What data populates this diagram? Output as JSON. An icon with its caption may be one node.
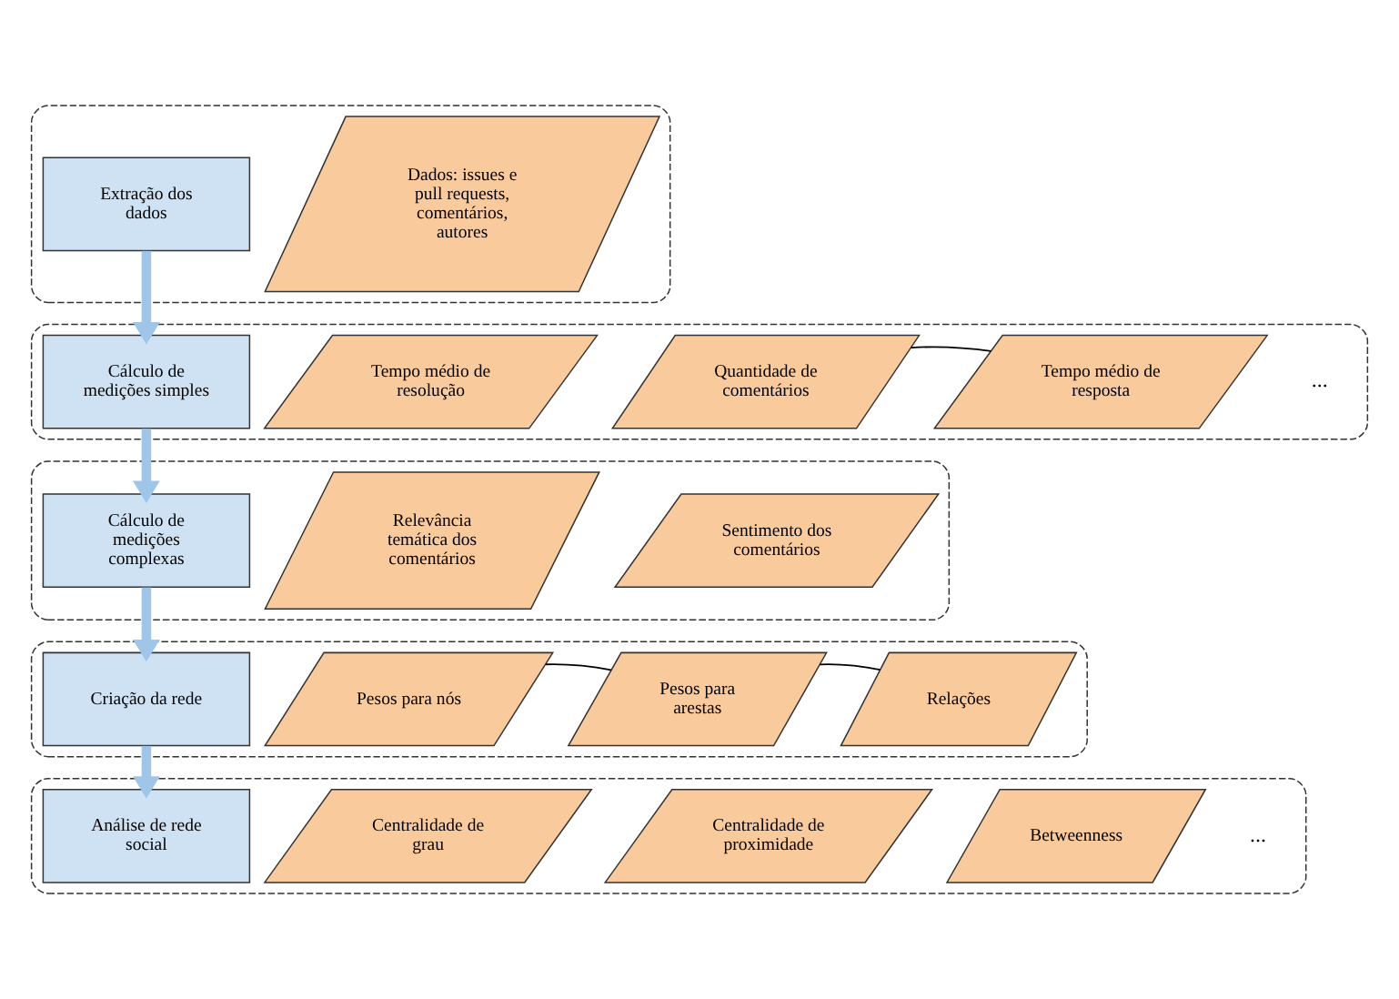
{
  "diagram": {
    "nodes": [
      {
        "text": [],
        "shape": "box"
      },
      {
        "text": [
          "Extração dos dados"
        ],
        "in": 0
      },
      {
        "text": [
          "Dados: issues e pull requests, comentários, autores"
        ],
        "in": 0
      },
      {
        "text": [],
        "shape": "box"
      },
      {
        "text": [
          "Cálculo de medições simples"
        ],
        "in": 3
      },
      {
        "text": [
          "Tempo médio de resolução"
        ],
        "in": 3
      },
      {
        "text": [
          "Quantidade de comentários"
        ],
        "in": 3
      },
      {
        "text": [
          "Tempo médio de resposta"
        ],
        "in": 3
      },
      {
        "text": [],
        "shape": "box"
      },
      {
        "text": [
          "Cálculo de medições complexas"
        ],
        "in": 8
      },
      {
        "text": [
          "Relevância temática dos comentários"
        ],
        "in": 8
      },
      {
        "text": [
          "Sentimento dos comentários"
        ],
        "in": 8
      },
      {
        "text": [],
        "shape": "box"
      },
      {
        "text": [
          "Criação da rede"
        ],
        "in": 12
      },
      {
        "text": [
          "Pesos para nós"
        ],
        "in": 12
      },
      {
        "text": [
          "Pesos para arestas"
        ],
        "in": 12
      },
      {
        "text": [
          "Relações"
        ],
        "in": 12
      },
      {
        "text": [],
        "shape": "box"
      },
      {
        "text": [
          "Análise de rede social"
        ],
        "in": 17
      },
      {
        "text": [
          "Centralidade de grau"
        ],
        "in": 17
      },
      {
        "text": [
          "Centralidade de proximidade"
        ],
        "in": 17
      },
      {
        "text": [
          "Betweenness"
        ],
        "in": 17
      }
    ],
    "edges": [
      {
        "from": 1,
        "to": 4,
        "arrow": "to"
      },
      {
        "from": 6,
        "to": 7,
        "arrow": "none",
        "color": "#000000"
      },
      {
        "from": 4,
        "to": 9,
        "arrow": "to"
      },
      {
        "from": 9,
        "to": 13,
        "arrow": "to"
      },
      {
        "from": 14,
        "to": 15,
        "arrow": "none",
        "color": "#000000"
      },
      {
        "from": 15,
        "to": 16,
        "arrow": "none",
        "color": "#000000"
      },
      {
        "from": 13,
        "to": 18,
        "arrow": "to"
      }
    ],
    "labels": [
      "...",
      "..."
    ]
  }
}
